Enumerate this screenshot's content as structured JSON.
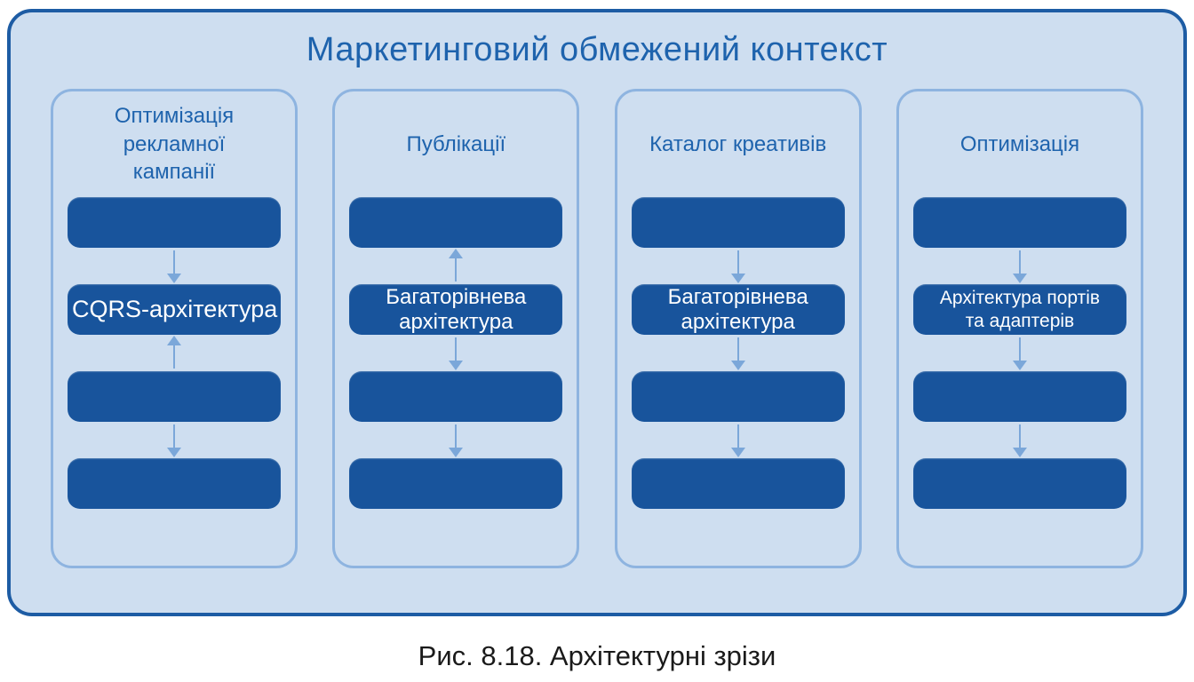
{
  "figure": {
    "title": "Маркетинговий обмежений контекст",
    "caption": "Рис. 8.18. Архітектурні зрізи"
  },
  "colors": {
    "outer-border": "#1D5CA4",
    "outer-fill": "#CEDEF0",
    "column-border": "#8EB4E0",
    "box-fill": "#18549C",
    "heading-text": "#1E63AD",
    "box-text": "#FFFFFF",
    "arrow": "#7BA7D9",
    "caption-text": "#1A1A1A"
  },
  "columns": [
    {
      "header": "Оптимізація рекламної кампанії",
      "boxes": [
        "",
        "CQRS-архітектура",
        "",
        ""
      ],
      "arrows": [
        "down",
        "up",
        "down"
      ]
    },
    {
      "header": "Публікації",
      "boxes": [
        "",
        "Багаторівнева архітектура",
        "",
        ""
      ],
      "arrows": [
        "up",
        "down",
        "down"
      ]
    },
    {
      "header": "Каталог креативів",
      "boxes": [
        "",
        "Багаторівнева архітектура",
        "",
        ""
      ],
      "arrows": [
        "down",
        "down",
        "down"
      ]
    },
    {
      "header": "Оптимізація",
      "boxes": [
        "",
        "Архітектура портів та адаптерів",
        "",
        ""
      ],
      "arrows": [
        "down",
        "down",
        "down"
      ]
    }
  ]
}
